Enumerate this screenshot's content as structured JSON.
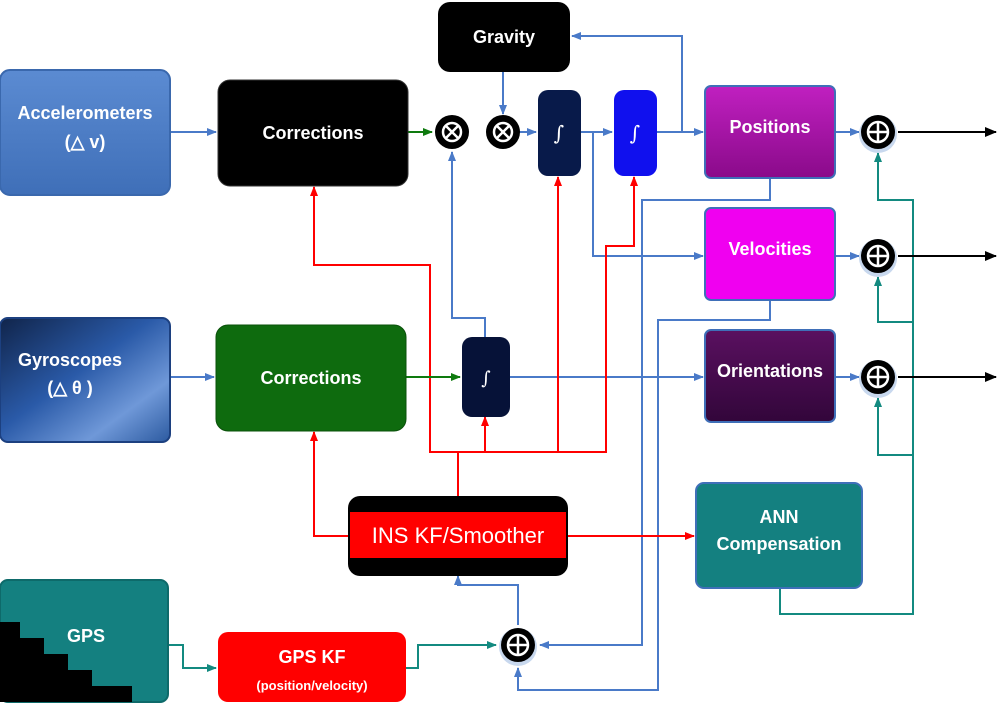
{
  "blocks": {
    "accelerometers": {
      "line1": "Accelerometers",
      "line2": "(△ v)"
    },
    "gyroscopes": {
      "line1": "Gyroscopes",
      "line2": "(△ θ )"
    },
    "gps": {
      "label": "GPS"
    },
    "corrections_accel": {
      "label": "Corrections"
    },
    "corrections_gyro": {
      "label": "Corrections"
    },
    "gravity": {
      "label": "Gravity"
    },
    "positions": {
      "label": "Positions"
    },
    "velocities": {
      "label": "Velocities"
    },
    "orientations": {
      "label": "Orientations"
    },
    "ins_kf": {
      "label": "INS KF/Smoother"
    },
    "ann": {
      "line1": "ANN",
      "line2": "Compensation"
    },
    "gps_kf": {
      "line1": "GPS KF",
      "line2": "(position/velocity)"
    }
  },
  "symbols": {
    "integral": "∫",
    "multiply": "⊗",
    "sum": "⊕"
  },
  "colors": {
    "accelerometers": "#4f7fc6",
    "gyroscopes": "#1f4f9e",
    "gps": "#148080",
    "corrections_accel": "#000000",
    "corrections_gyro": "#0e6b0e",
    "gravity": "#000000",
    "positions": "#b010b0",
    "velocities": "#f000f0",
    "orientations": "#4a0a50",
    "ins_kf": "#ff0000",
    "ann": "#148080",
    "gps_kf": "#ff0000",
    "line_blue": "#4a7ac8",
    "line_red": "#ff0000",
    "line_green": "#0e7a0e",
    "line_teal": "#138a80"
  }
}
